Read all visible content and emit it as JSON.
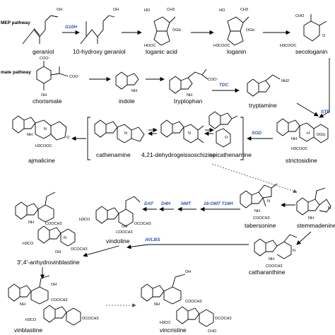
{
  "pathways": {
    "mep": "MEP pathway",
    "shikimate": "mate pathway"
  },
  "compounds": {
    "geraniol": "geraniol",
    "hydroxy_geraniol": "10-hydroxy geraniol",
    "loganic_acid": "loganic acid",
    "loganin": "loganin",
    "secologanin": "secologanin",
    "chorismate": "chorismate",
    "indole": "indole",
    "tryptophan": "tryptophan",
    "tryptamine": "tryptamine",
    "ajmalicine": "ajmalicine",
    "cathenamine": "cathenamine",
    "dehydrogeissoschizine": "4,21-dehydrogeissoschizine",
    "epicathenamine": "epicathenamine",
    "strictosidine": "strictosidine",
    "tabersonine": "tabersonine",
    "stemmadenine": "stemmadenine",
    "vindoline": "vindoline",
    "catharanthine": "catharanthine",
    "anhydrovinblastine": "3',4'-anhydrovinblastine",
    "vinblastine": "vinblastine",
    "vincristine": "vincristine"
  },
  "enzymes": {
    "g10h": "G10H",
    "tdc": "TDC",
    "str": "STR",
    "sgd": "SGD",
    "dat": "DAT",
    "d4h": "D4H",
    "nmt": "NMT",
    "omt_t16h": "16-OMT T16H",
    "avlbs": "AVLBS"
  },
  "atoms": {
    "oh": "OH",
    "ho": "HO",
    "ch3": "CH3",
    "oglc": "OGlc",
    "hooc": "HOOC",
    "h3cooc": "H3COOC",
    "cho": "CHO",
    "coo": "COO⁻",
    "nh2": "NH2",
    "nh": "NH",
    "n": "N",
    "o": "O",
    "h": "H",
    "cooch3": "COOCH3",
    "ococh3": "OCOCH3",
    "h3co": "H3CO",
    "cho_n": "CHO"
  },
  "colors": {
    "enzyme": "#2a4fb0",
    "ink": "#000000"
  }
}
